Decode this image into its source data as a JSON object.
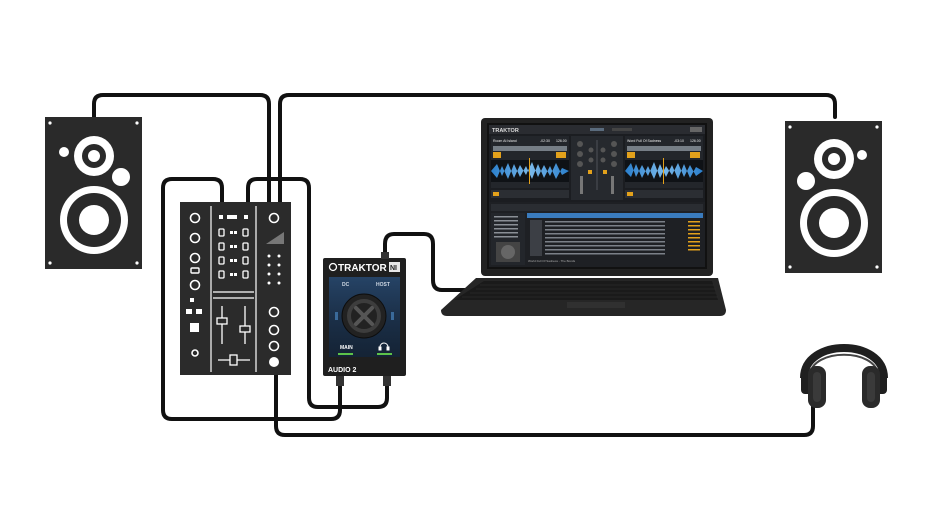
{
  "interface": {
    "brand": "TRAKTOR",
    "badge": "NI",
    "model": "AUDIO 2",
    "port_dc": "DC",
    "port_host": "HOST",
    "out_main": "MAIN",
    "out_phones_icon": "headphones-icon"
  },
  "laptop": {
    "app_title": "TRAKTOR",
    "deck_a_title": "Room At Island",
    "deck_b_title": "Word Full Of Sadness",
    "deck_a_time": "-02:30",
    "deck_b_time": "-03:10",
    "deck_a_bpm": "126.00",
    "deck_b_bpm": "126.00",
    "browser_status": "World Full Of Sadness - The Bonds"
  },
  "colors": {
    "ink": "#111111",
    "device": "#2b2b2b",
    "screen_bg": "#1b1d21",
    "waveform": "#2f8fd8",
    "accent_orange": "#e3a11b",
    "accent_green": "#5cc24a",
    "interface_blue": "#1d4b7a"
  },
  "components": [
    "speaker-left-icon",
    "mixer-icon",
    "audio-interface-icon",
    "laptop-icon",
    "speaker-right-icon",
    "headphones-icon"
  ]
}
